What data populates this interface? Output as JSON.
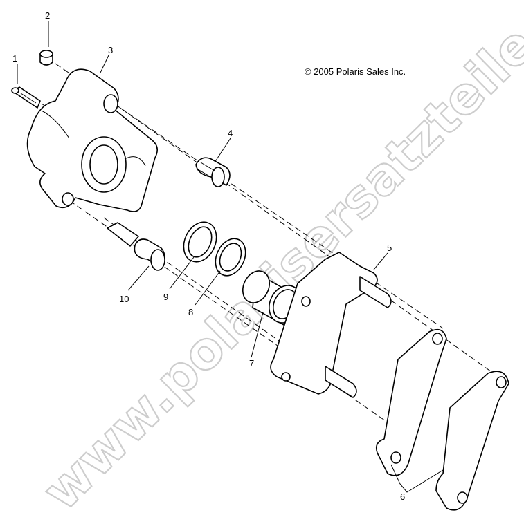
{
  "copyright": "© 2005 Polaris Sales Inc.",
  "watermark": "www.polarisersatzteile.de",
  "callouts": [
    "1",
    "2",
    "3",
    "4",
    "5",
    "6",
    "7",
    "8",
    "9",
    "10"
  ]
}
